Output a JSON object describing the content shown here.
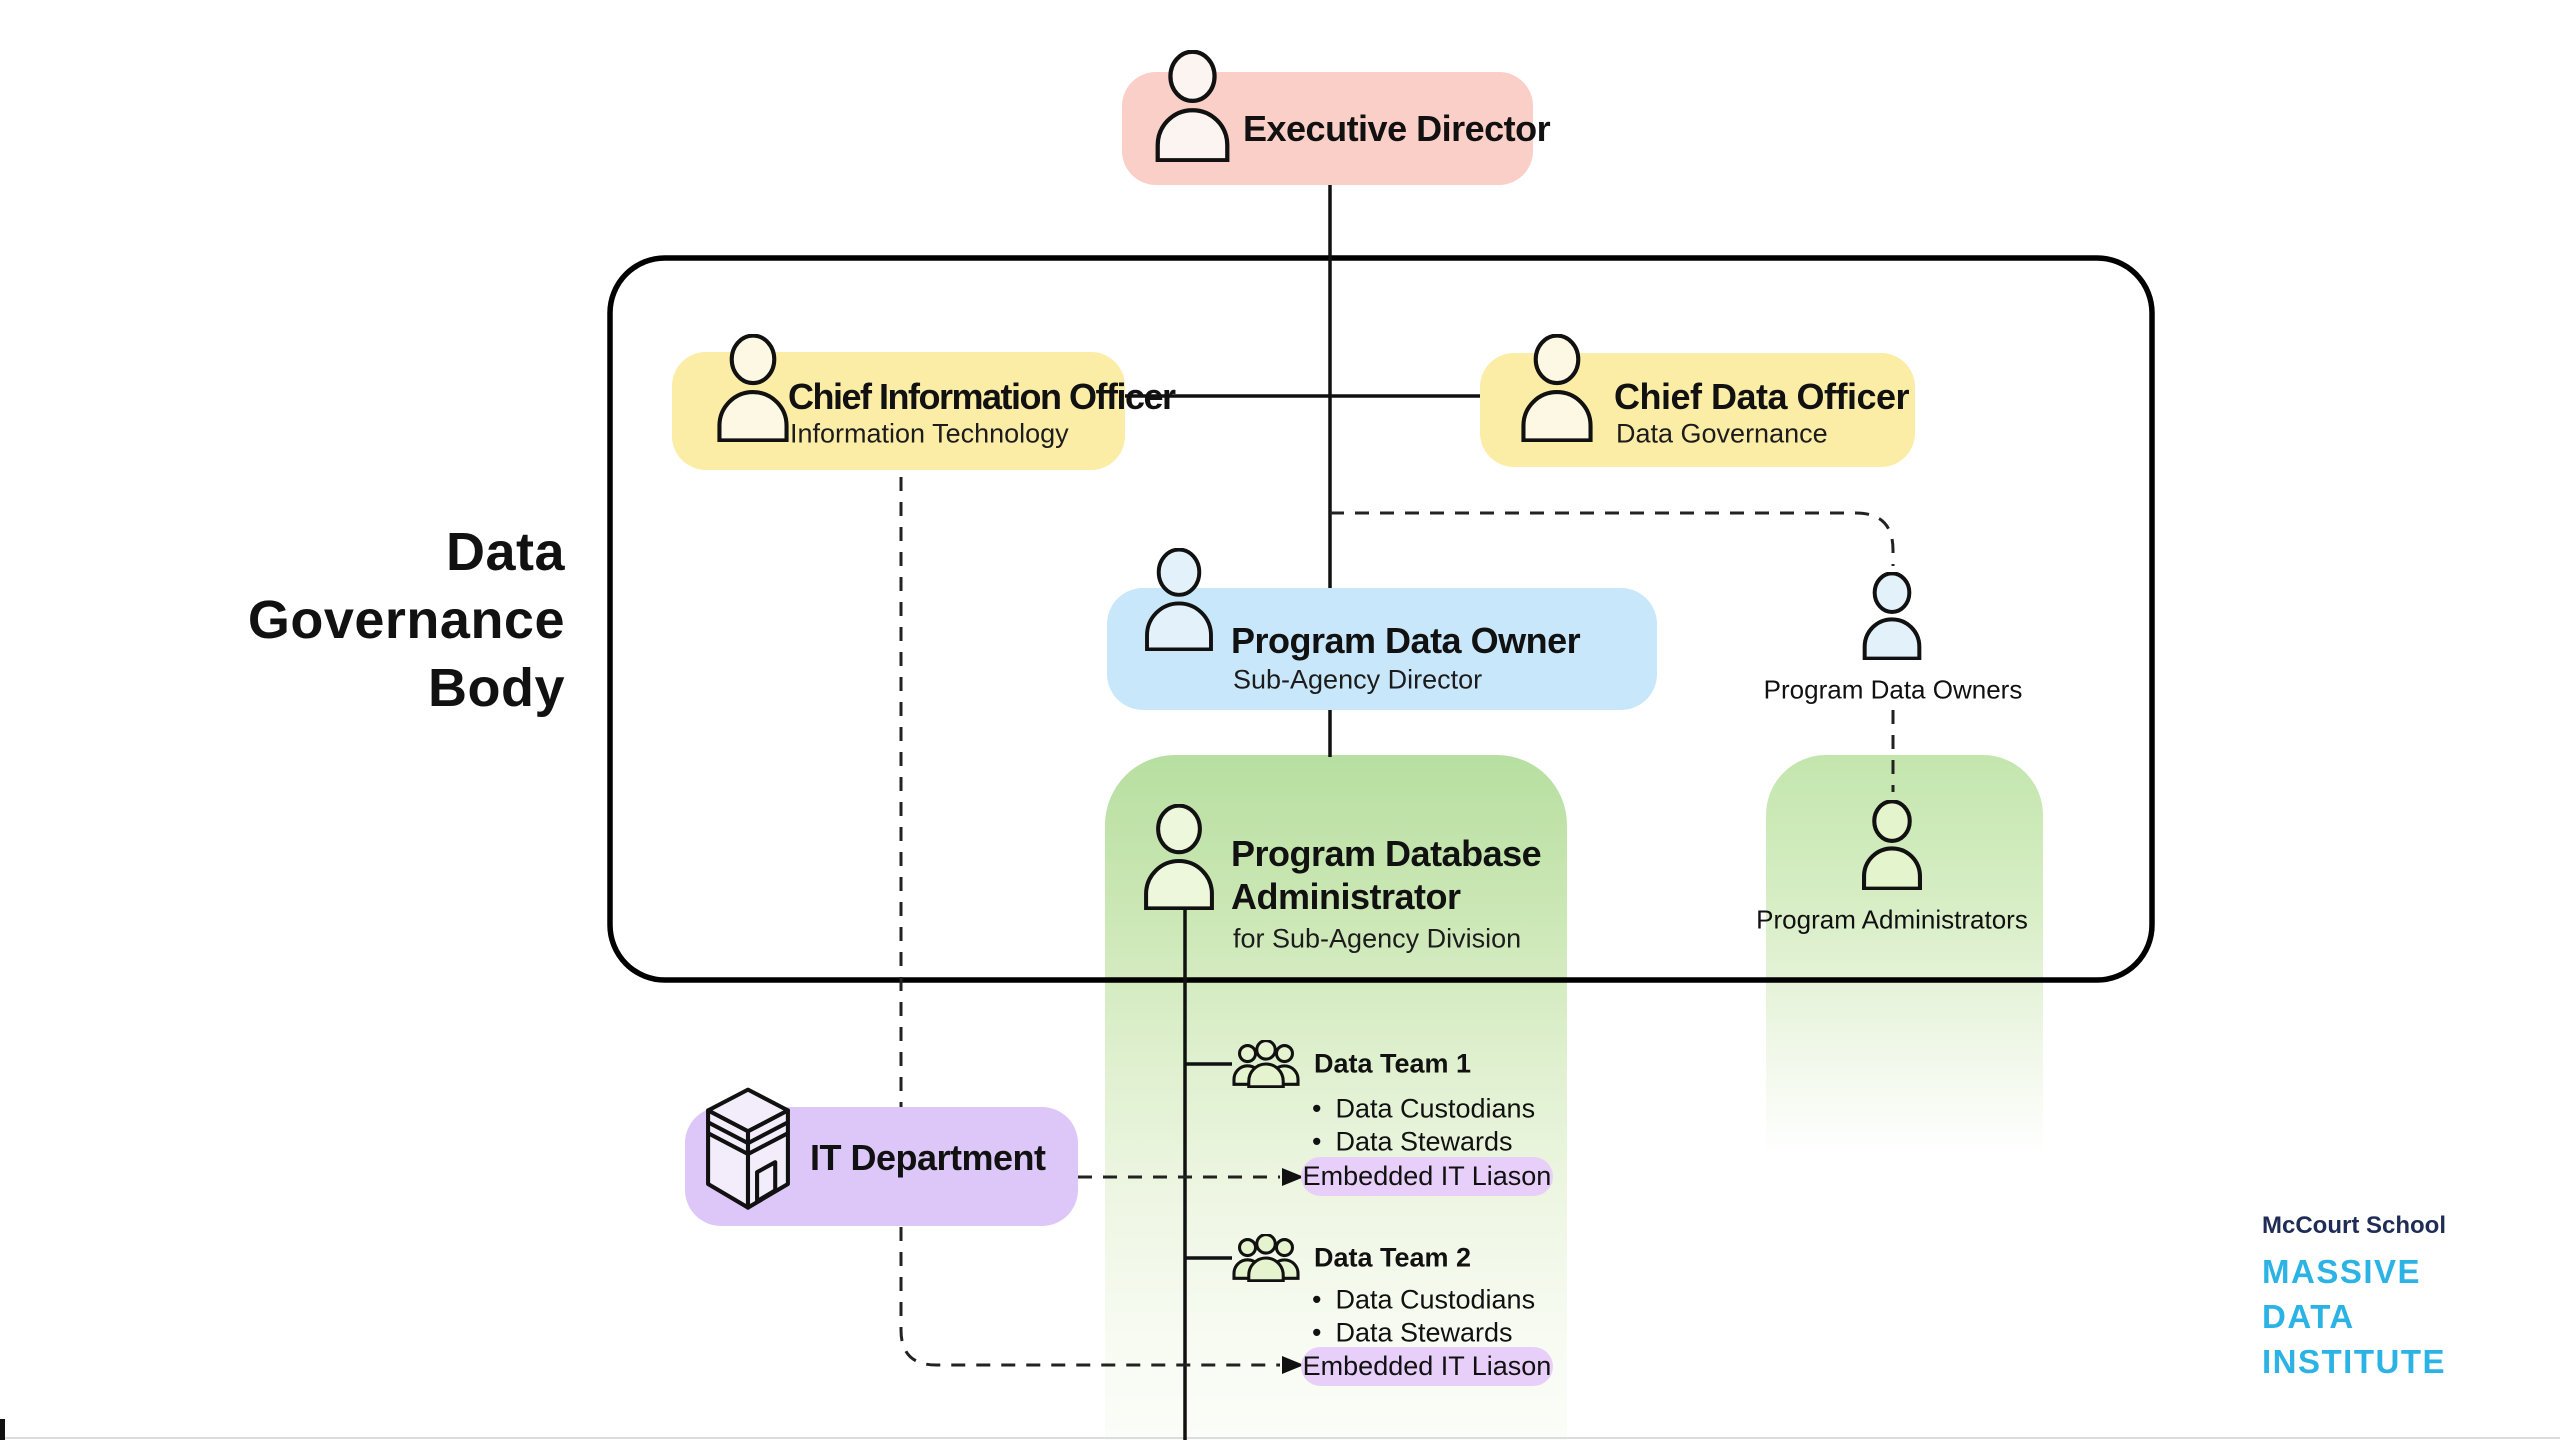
{
  "group_box": {
    "label_lines": [
      "Data",
      "Governance",
      "Body"
    ]
  },
  "nodes": {
    "executive_director": {
      "title": "Executive Director"
    },
    "chief_information_officer": {
      "title": "Chief Information Officer",
      "subtitle": "Information Technology"
    },
    "chief_data_officer": {
      "title": "Chief Data Officer",
      "subtitle": "Data Governance"
    },
    "program_data_owner": {
      "title": "Program Data Owner",
      "subtitle": "Sub-Agency Director"
    },
    "program_database_administrator": {
      "title_line1": "Program Database",
      "title_line2": "Administrator",
      "subtitle": "for Sub-Agency Division"
    },
    "program_data_owners": {
      "label": "Program Data Owners"
    },
    "program_administrators": {
      "label": "Program Administrators"
    },
    "it_department": {
      "title": "IT Department"
    }
  },
  "teams": [
    {
      "name": "Data Team 1",
      "members": [
        "Data Custodians",
        "Data Stewards"
      ],
      "embedded": "Embedded IT Liason"
    },
    {
      "name": "Data Team 2",
      "members": [
        "Data Custodians",
        "Data Stewards"
      ],
      "embedded": "Embedded IT Liason"
    }
  ],
  "logo": {
    "school": "McCourt School",
    "institute_lines": [
      "MASSIVE",
      "DATA",
      "INSTITUTE"
    ],
    "school_color": "#1F2C55",
    "institute_color": "#2BB3E6"
  },
  "colors": {
    "executive_box": "#F9CFC7",
    "officer_box": "#FBECA6",
    "owner_box": "#C9E7FA",
    "green_gradient_top": "#B7DFA1",
    "it_department_box": "#DCC7F8",
    "embedded_pill": "#E7CFFA",
    "line": "#111111"
  }
}
